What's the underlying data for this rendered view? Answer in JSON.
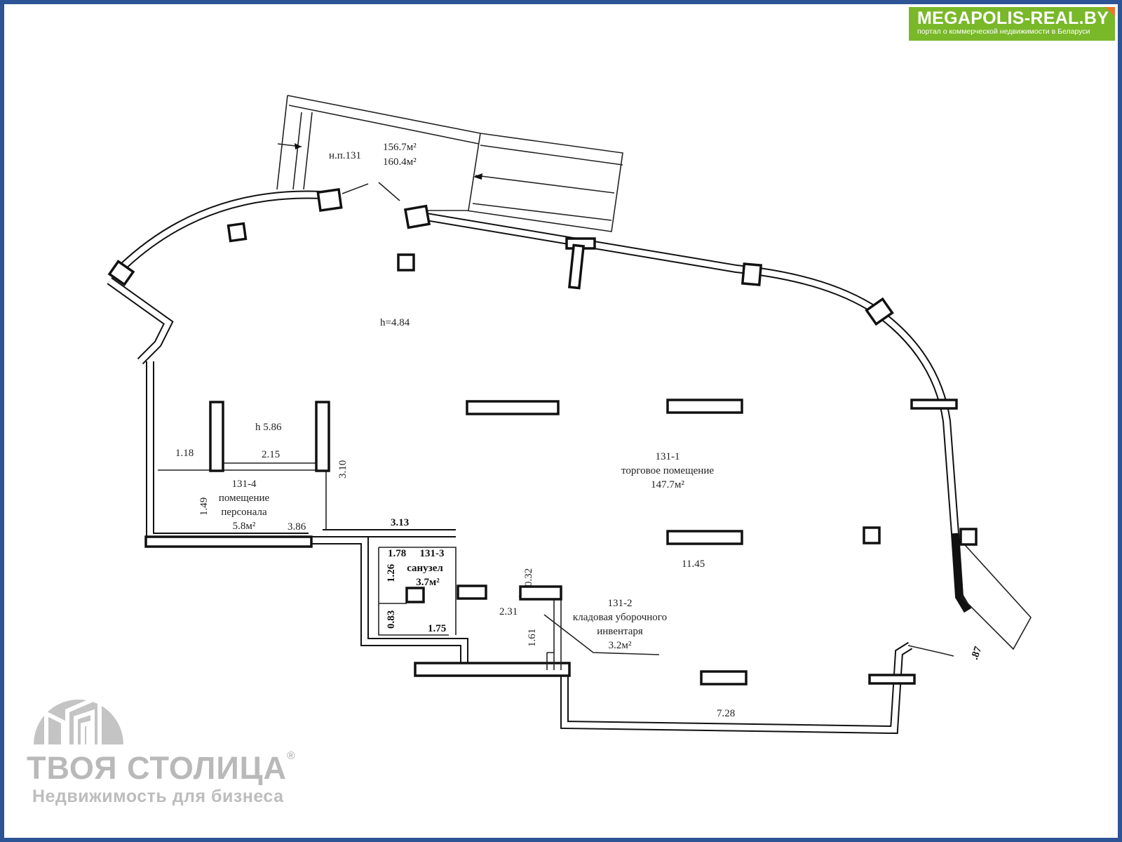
{
  "brand": {
    "title": "MEGAPOLIS-REAL.BY",
    "subtitle": "портал о коммерческой недвижимости в Беларуси",
    "color": "#79b829"
  },
  "watermark": {
    "name": "ТВОЯ СТОЛИЦА",
    "registered": "®",
    "subtitle": "Недвижимость для бизнеса"
  },
  "frame_color": "#2d5596",
  "plan": {
    "entrance": {
      "label": "н.п.131",
      "area_1": "156.7м²",
      "area_2": "160.4м²"
    },
    "ceiling_main": "h=4.84",
    "ceiling_niche": "h  5.86",
    "rooms": [
      {
        "id": "131-1",
        "name": "торговое помещение",
        "area": "147.7м²"
      },
      {
        "id": "131-2",
        "name_1": "кладовая уборочного",
        "name_2": "инвентаря",
        "area": "3.2м²"
      },
      {
        "id": "131-3",
        "name": "санузел",
        "area": "3.7м²"
      },
      {
        "id": "131-4",
        "name_1": "помещение",
        "name_2": "персонала",
        "area": "5.8м²"
      }
    ],
    "dimensions": {
      "d118": "1.18",
      "d215": "2.15",
      "d310": "3.10",
      "d149": "1.49",
      "d386": "3.86",
      "d313": "3.13",
      "d178": "1.78",
      "d126": "1.26",
      "d083": "0.83",
      "d175": "1.75",
      "d032": "0.32",
      "d231": "2.31",
      "d161": "1.61",
      "d1145": "11.45",
      "d728": "7.28",
      "d087": ".87"
    }
  }
}
